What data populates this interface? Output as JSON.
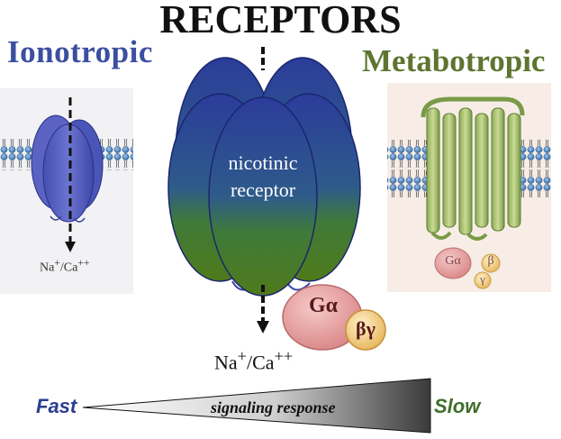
{
  "title": "RECEPTORS",
  "ionotropic": {
    "label": "Ionotropic",
    "ion_label": "Na+/Ca++",
    "color": "#3b4fa0"
  },
  "metabotropic": {
    "label": "Metabotropic",
    "g_alpha": "Gα",
    "g_beta": "β",
    "g_gamma": "γ",
    "color": "#5e7530"
  },
  "center": {
    "receptor_line1": "nicotinic",
    "receptor_line2": "receptor",
    "ion_label": "Na+/Ca++",
    "g_alpha": "Gα",
    "g_beta_gamma": "βγ"
  },
  "speed_scale": {
    "fast": "Fast",
    "slow": "Slow",
    "label": "signaling response",
    "fast_color": "#2a3d8f",
    "slow_color": "#3f6e2a"
  }
}
